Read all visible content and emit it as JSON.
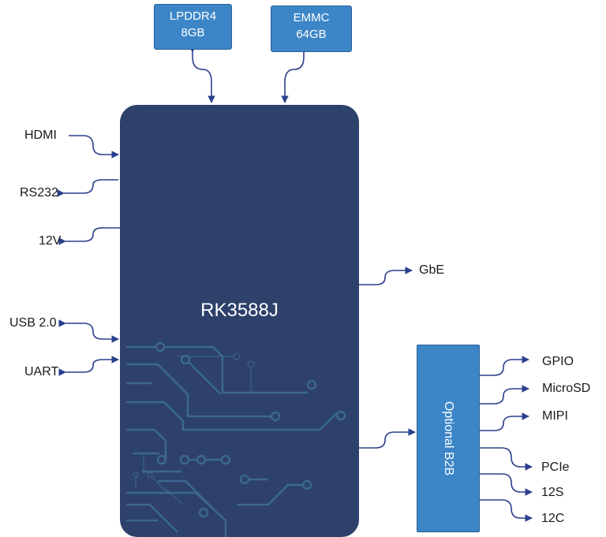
{
  "memory": [
    {
      "line1": "LPDDR4",
      "line2": "8GB"
    },
    {
      "line1": "EMMC",
      "line2": "64GB"
    }
  ],
  "soc": {
    "label": "RK3588J"
  },
  "b2b": {
    "label": "Optional B2B"
  },
  "left_interfaces": [
    "HDMI",
    "RS232",
    "12V",
    "USB 2.0",
    "UART"
  ],
  "right_interfaces": [
    "GbE"
  ],
  "b2b_interfaces": [
    "GPIO",
    "MicroSD",
    "MIPI",
    "PCIe",
    "12S",
    "12C"
  ],
  "colors": {
    "soc": "#2d416b",
    "box": "#3c86c8",
    "wire": "#2b3f8c",
    "trace": "#3d6d96"
  }
}
